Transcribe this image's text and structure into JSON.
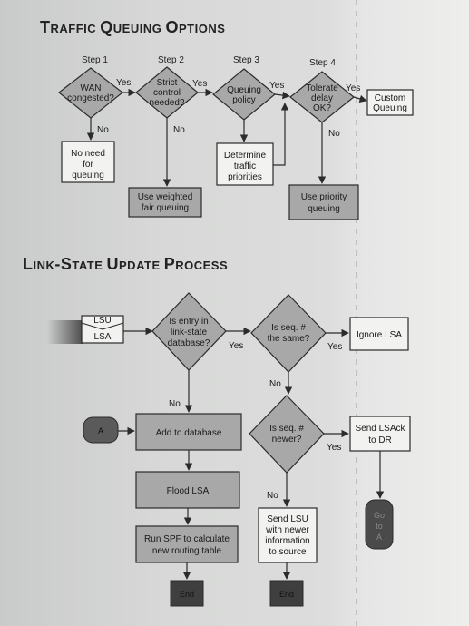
{
  "queuing": {
    "title_a": "T",
    "title_b": "RAFFIC ",
    "title_c": "Q",
    "title_d": "UEUING ",
    "title_e": "O",
    "title_f": "PTIONS",
    "steps": [
      "Step 1",
      "Step 2",
      "Step 3",
      "Step 4"
    ],
    "d1": [
      "WAN",
      "congested?"
    ],
    "d2": [
      "Strict",
      "control",
      "needed?"
    ],
    "d3": [
      "Queuing",
      "policy"
    ],
    "d4": [
      "Tolerate",
      "delay",
      "OK?"
    ],
    "yes": "Yes",
    "no": "No",
    "custom": [
      "Custom",
      "Queuing"
    ],
    "no_need": [
      "No need",
      "for",
      "queuing"
    ],
    "wfq": [
      "Use weighted",
      "fair queuing"
    ],
    "determine": [
      "Determine",
      "traffic",
      "priorities"
    ],
    "priority": [
      "Use priority",
      "queuing"
    ]
  },
  "linkstate": {
    "title_a": "L",
    "title_b": "INK",
    "title_c": "-S",
    "title_d": "TATE ",
    "title_e": "U",
    "title_f": "PDATE ",
    "title_g": "P",
    "title_h": "ROCESS",
    "lsu": "LSU",
    "lsa": "LSA",
    "entry": [
      "Is entry in",
      "link-state",
      "database?"
    ],
    "seq_same": [
      "Is seq. #",
      "the same?"
    ],
    "ignore": "Ignore LSA",
    "seq_newer": [
      "Is seq. #",
      "newer?"
    ],
    "send_ack": [
      "Send LSAck",
      "to DR"
    ],
    "a": "A",
    "add_db": "Add to database",
    "flood": "Flood LSA",
    "spf": [
      "Run SPF to calculate",
      "new routing table"
    ],
    "send_lsu": [
      "Send LSU",
      "with newer",
      "information",
      "to source"
    ],
    "end": "End",
    "goto": [
      "Go",
      "to",
      "A"
    ],
    "yes": "Yes",
    "no": "No"
  },
  "colors": {
    "gray_box": "#a8a8a8",
    "dark_box": "#404040",
    "line": "#2b2b2b"
  }
}
